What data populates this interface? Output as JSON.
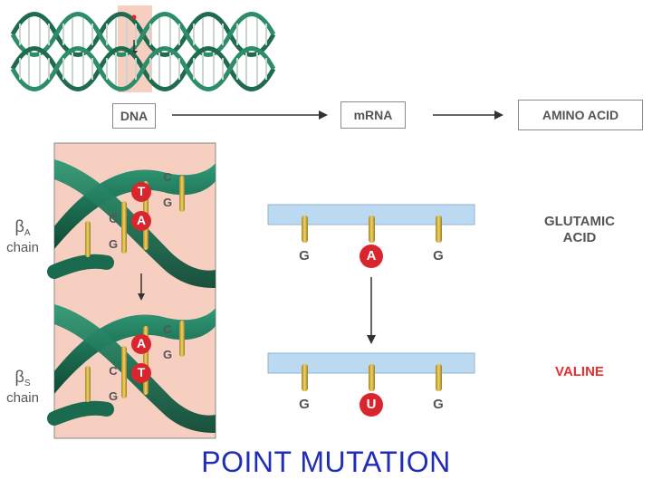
{
  "flow": {
    "dna": "DNA",
    "mrna": "mRNA",
    "amino": "AMINO ACID"
  },
  "chains": {
    "a": {
      "greek": "β",
      "sub": "A",
      "word": "chain"
    },
    "s": {
      "greek": "β",
      "sub": "S",
      "word": "chain"
    }
  },
  "helix_top": {
    "base1": "T",
    "base2": "A",
    "pair_left": [
      "C",
      "G"
    ],
    "pair_right": [
      "C",
      "G"
    ]
  },
  "helix_bottom": {
    "base1": "A",
    "base2": "T",
    "pair_left": [
      "C",
      "G"
    ],
    "pair_right": [
      "C",
      "G"
    ]
  },
  "codon_top": [
    "G",
    "A",
    "G"
  ],
  "codon_bottom": [
    "G",
    "U",
    "G"
  ],
  "amino_top": [
    "GLUTAMIC",
    "ACID"
  ],
  "amino_bottom": "VALINE",
  "colors": {
    "helix": "#1f7a5c",
    "mutation": "#d9262e",
    "panel": "#f7cfc1",
    "strip": "#bcd9f2",
    "title": "#1f2db8",
    "valine": "#e03030"
  },
  "title": "POINT MUTATION"
}
